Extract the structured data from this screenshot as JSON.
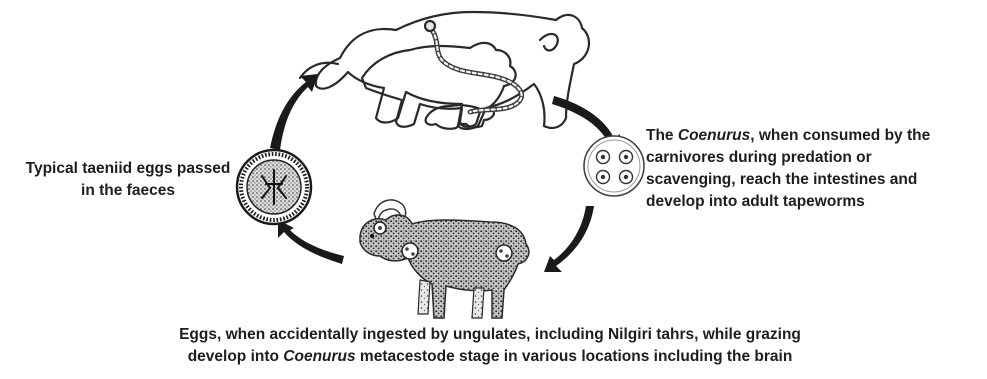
{
  "labels": {
    "eggs_passed": {
      "line1": "Typical taeniid eggs passed",
      "line2": "in the faeces"
    },
    "coenurus": {
      "prefix": "The ",
      "term": "Coenurus",
      "suffix": ", when consumed by the",
      "line2": "carnivores during predation or",
      "line3": "scavenging, reach the intestines and",
      "line4": "develop into adult tapeworms"
    },
    "ungulates": {
      "line1": "Eggs, when accidentally ingested by ungulates, including Nilgiri tahrs, while grazing",
      "line2_prefix": "develop into ",
      "line2_term": "Coenurus",
      "line2_suffix": " metacestode stage in various locations including the brain"
    }
  },
  "icons": [
    "carnivore-hosts-illustration",
    "taeniid-egg-icon",
    "coenurus-cyst-icon",
    "tahr-illustration",
    "cycle-arrow-icon"
  ],
  "colors": {
    "ink": "#1e1e1e",
    "arrow": "#1a1a1a",
    "stipple": "#3a3a3a"
  }
}
